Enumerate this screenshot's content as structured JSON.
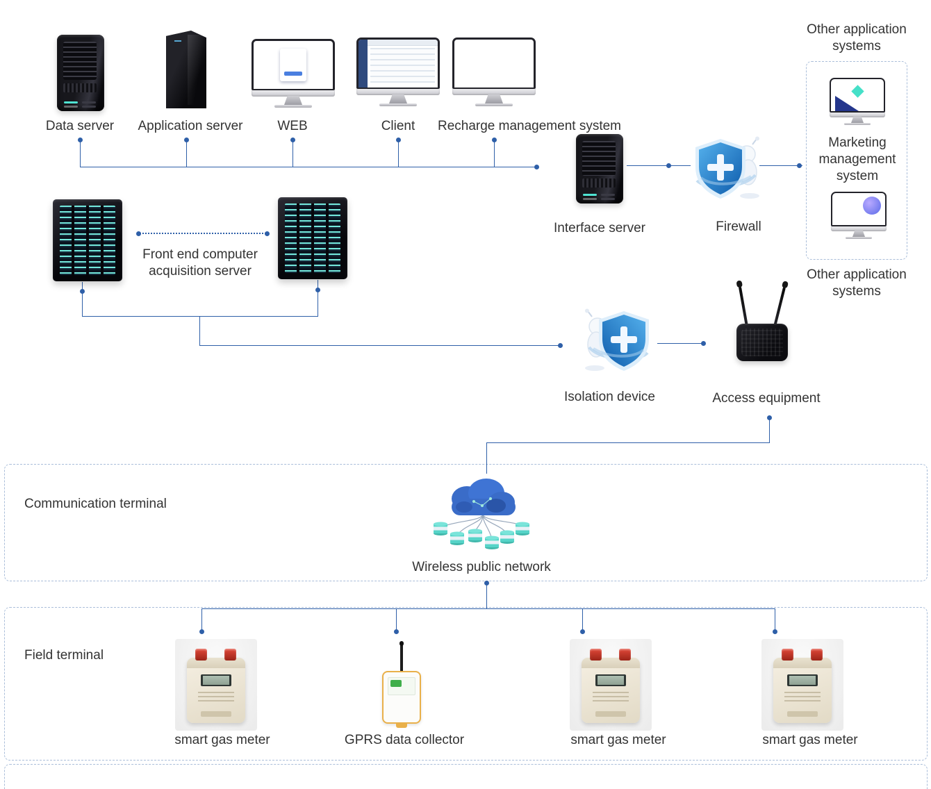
{
  "accent_color": "#2e5fa8",
  "nodes": {
    "data_server": "Data server",
    "application_server": "Application server",
    "web": "WEB",
    "client": "Client",
    "recharge_management_system": "Recharge management system",
    "interface_server": "Interface server",
    "firewall": "Firewall",
    "other_application_systems_top": "Other application systems",
    "marketing_management_system": "Marketing management system",
    "other_application_systems_bottom": "Other application systems",
    "front_end_acquisition_server": "Front end computer acquisition server",
    "isolation_device": "Isolation device",
    "access_equipment": "Access equipment",
    "wireless_public_network": "Wireless public network"
  },
  "sections": {
    "communication_terminal": "Communication terminal",
    "field_terminal": "Field terminal"
  },
  "field_devices": [
    {
      "label": "smart gas meter"
    },
    {
      "label": "GPRS data collector"
    },
    {
      "label": "smart gas meter"
    },
    {
      "label": "smart gas meter"
    }
  ]
}
